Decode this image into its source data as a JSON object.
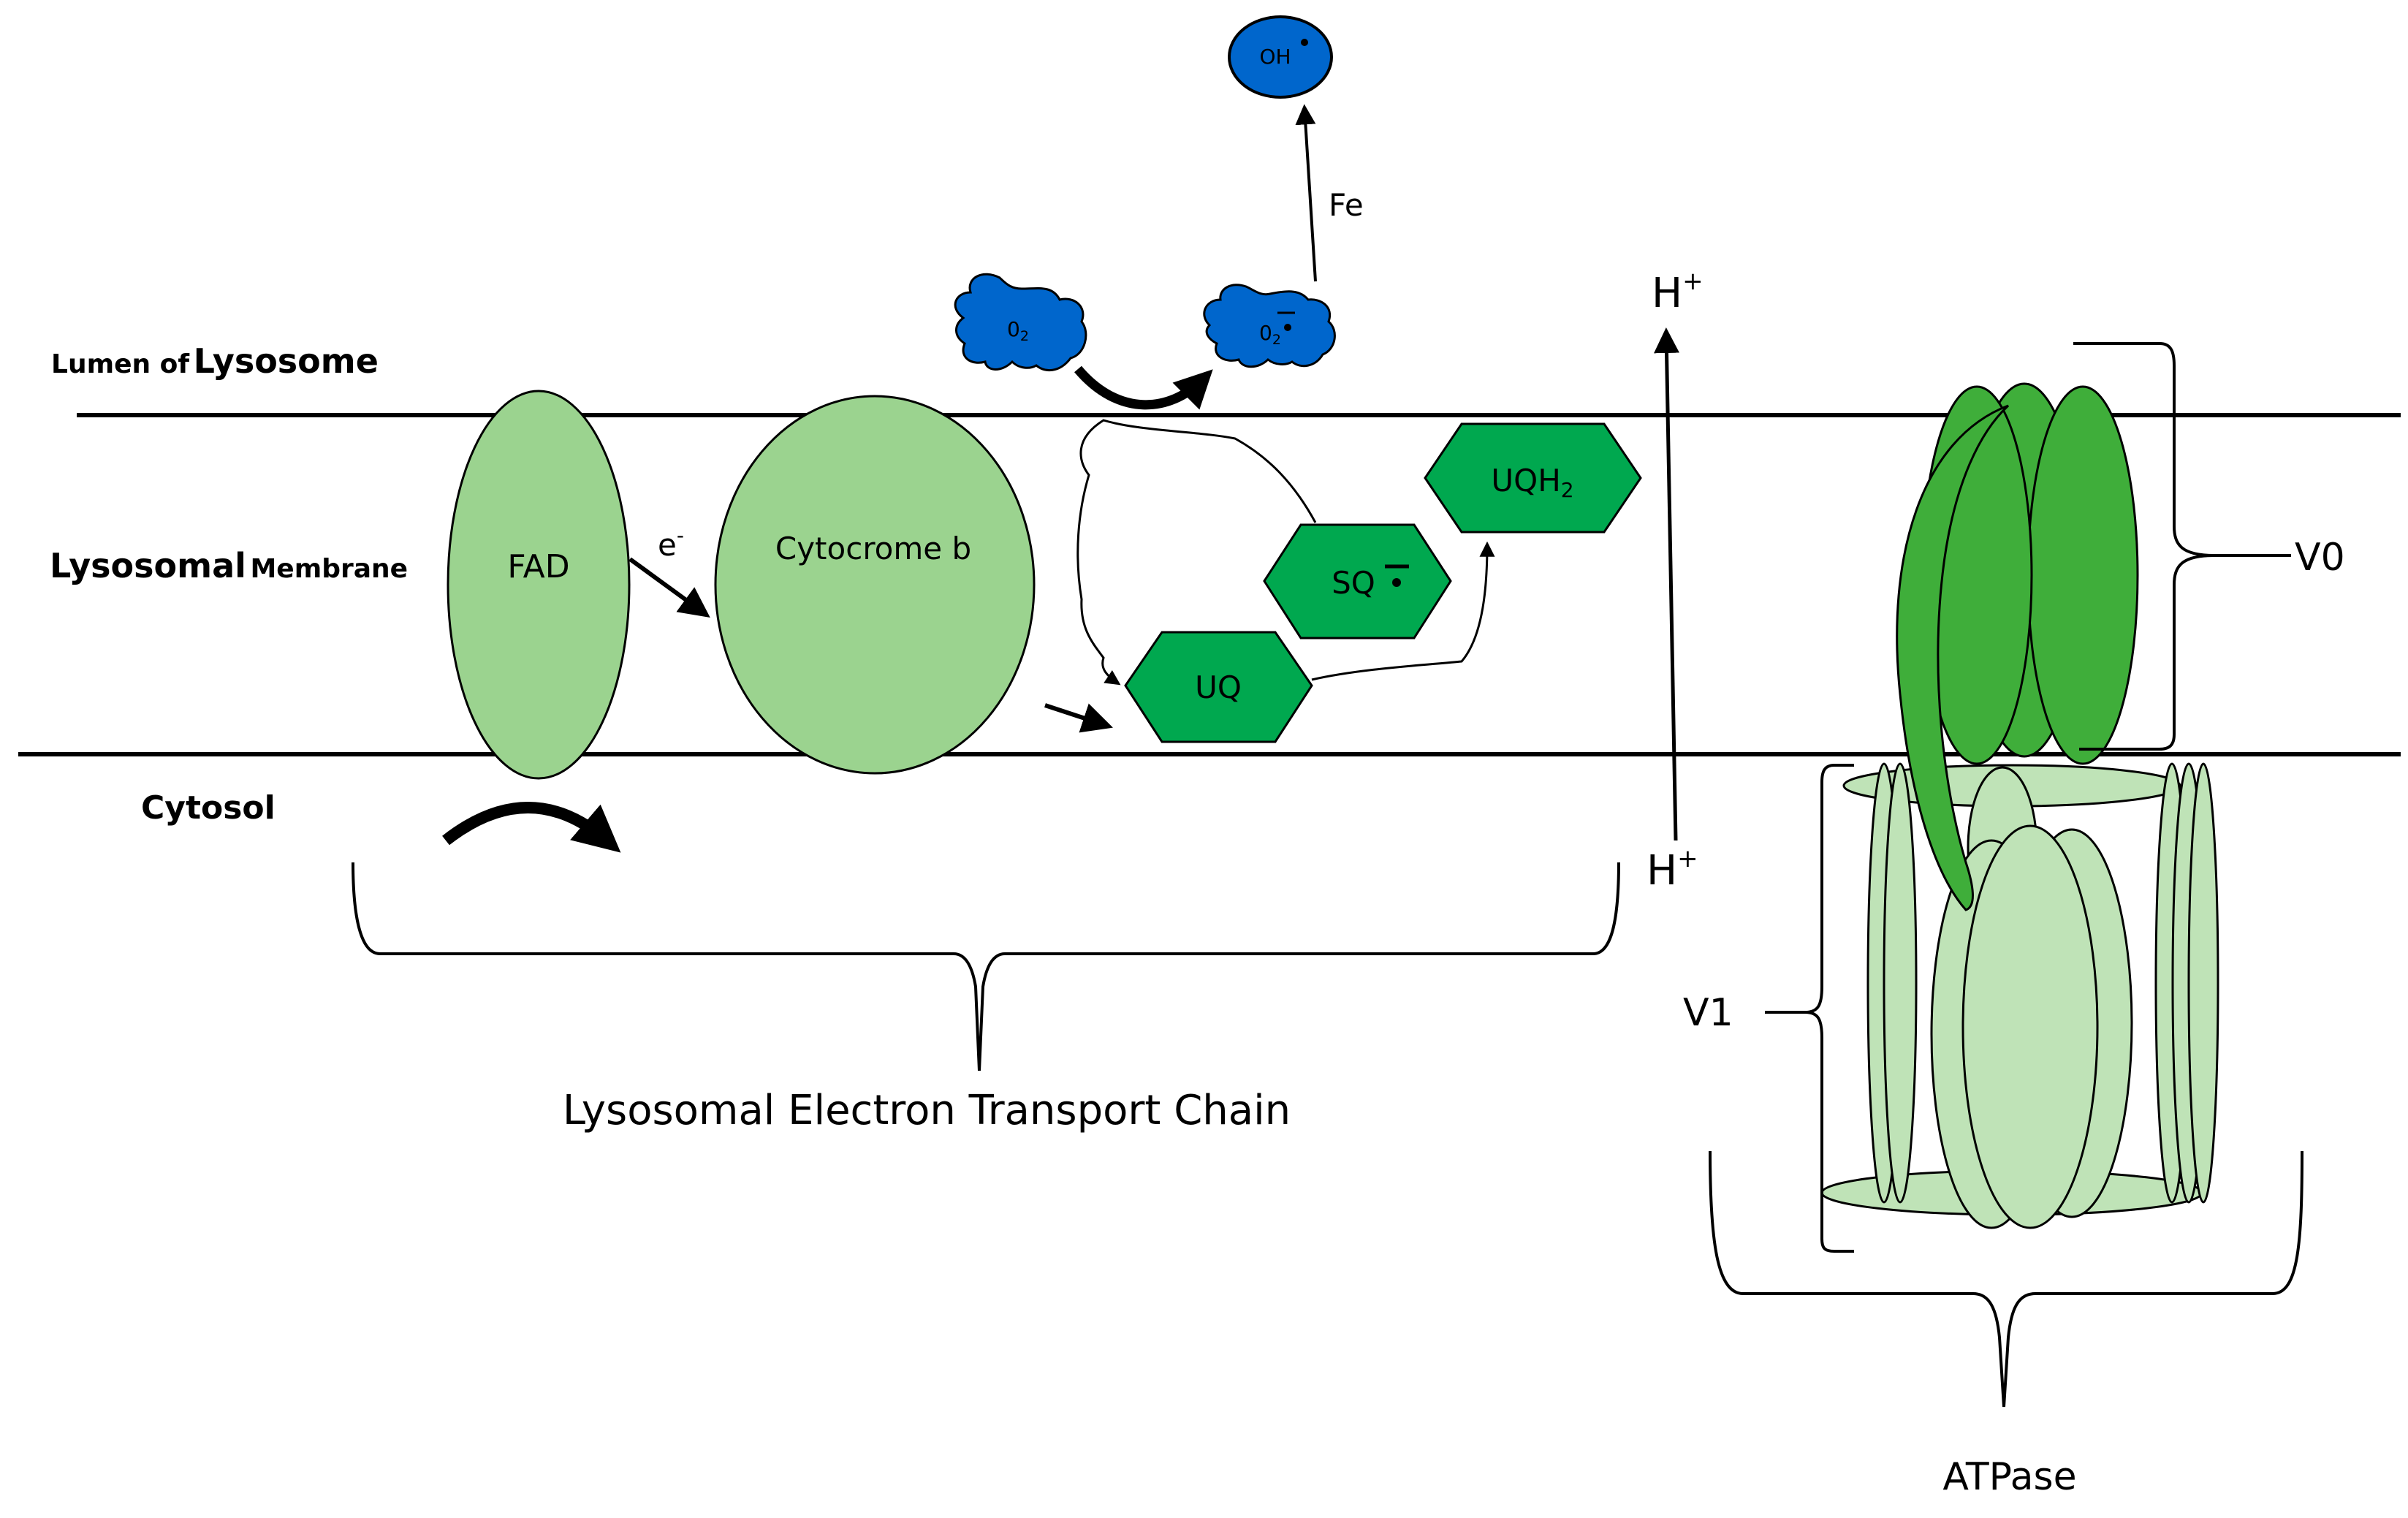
{
  "regions": {
    "lumen_prefix": "Lumen of",
    "lumen_main": "Lysosome",
    "membrane_main": "Lysosomal",
    "membrane_suffix": "Membrane",
    "cytosol": "Cytosol"
  },
  "molecules": {
    "fad": "FAD",
    "cytochrome": "Cytocrome b",
    "uq": "UQ",
    "sq": "SQ",
    "uqh_base": "UQH",
    "uqh_sub": "2",
    "o2_base": "0",
    "o2_sub": "2",
    "superoxide_base": "0",
    "superoxide_sub": "2",
    "hydroxyl": "OH",
    "electron_base": "e",
    "electron_sup": "-",
    "iron": "Fe",
    "proton_base": "H",
    "proton_sup": "+"
  },
  "labels": {
    "etc": "Lysosomal Electron Transport Chain",
    "v0": "V0",
    "v1": "V1",
    "atpase": "ATPase"
  },
  "colors": {
    "light_green": "#9bd38f",
    "mid_green": "#00a84f",
    "dark_green": "#3fae3a",
    "pale_green": "#bfe3b7",
    "blue": "#0066cc",
    "line": "#000000"
  }
}
